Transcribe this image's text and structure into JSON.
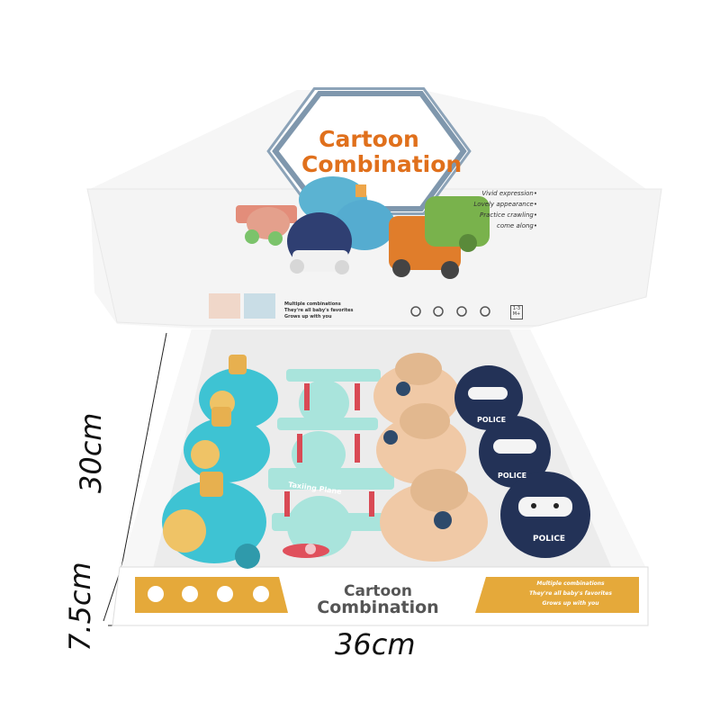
{
  "box": {
    "header_title_line1": "Cartoon",
    "header_title_line2": "Combination",
    "features": [
      "Vivid expression•",
      "Lovely appearance•",
      "Practice crawling•",
      "come along•"
    ],
    "taglines": [
      "Multiple combinations",
      "They're all baby's favorites",
      "Grows up with you"
    ],
    "age_badge": "1-3 M+",
    "front_title_line1": "Cartoon",
    "front_title_line2": "Combination",
    "front_taglines": [
      "Multiple combinations",
      "They're all baby's favorites",
      "Grows up with you"
    ],
    "vehicle_label": "POLICE",
    "plane_label": "Taxiing Plane"
  },
  "dimensions": {
    "height": "30cm",
    "depth": "7.5cm",
    "width": "36cm"
  },
  "colors": {
    "accent_orange": "#e0701c",
    "front_band": "#e5a93a",
    "submarine": "#3ec3d3",
    "plane": "#a9e4dc",
    "tank": "#f0c9a6",
    "police": "#233257"
  }
}
